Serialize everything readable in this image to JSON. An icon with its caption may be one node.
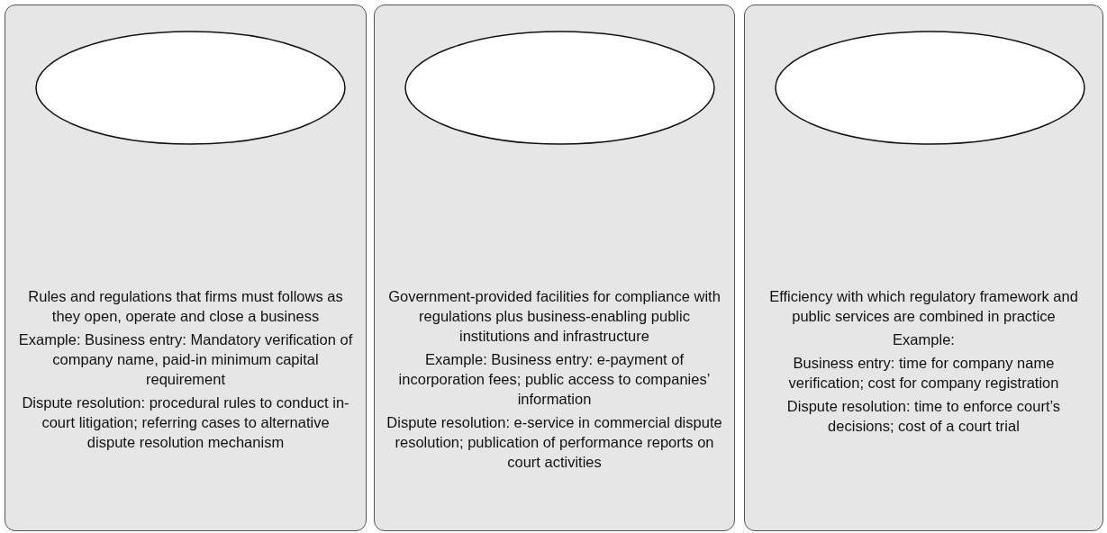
{
  "diagram": {
    "nodes": [
      {
        "text": [
          "Rules and regulations that firms must follows as they open, operate and close a business",
          "Example: Business entry: Mandatory verification of company name, paid-in minimum capital requirement",
          "Dispute resolution: procedural rules to conduct in-court litigation; referring cases to alternative dispute resolution mechanism"
        ]
      },
      {
        "text": [],
        "shape": "circle",
        "in": 0
      },
      {
        "text": [
          "Government-provided facilities for compliance with regulations plus business-enabling public institutions and infrastructure",
          "Example: Business entry: e-payment of incorporation fees; public access to companies’ information",
          "Dispute resolution: e-service in commercial dispute resolution; publication of performance reports on court activities"
        ]
      },
      {
        "text": [],
        "shape": "circle",
        "in": 2
      },
      {
        "text": [
          "Efficiency with which regulatory framework and public services are combined in practice",
          "Example:",
          "Business entry: time for company name verification; cost for company registration",
          "Dispute resolution: time to enforce court’s decisions; cost of a court trial"
        ]
      },
      {
        "text": [],
        "shape": "circle",
        "in": 4
      }
    ]
  }
}
